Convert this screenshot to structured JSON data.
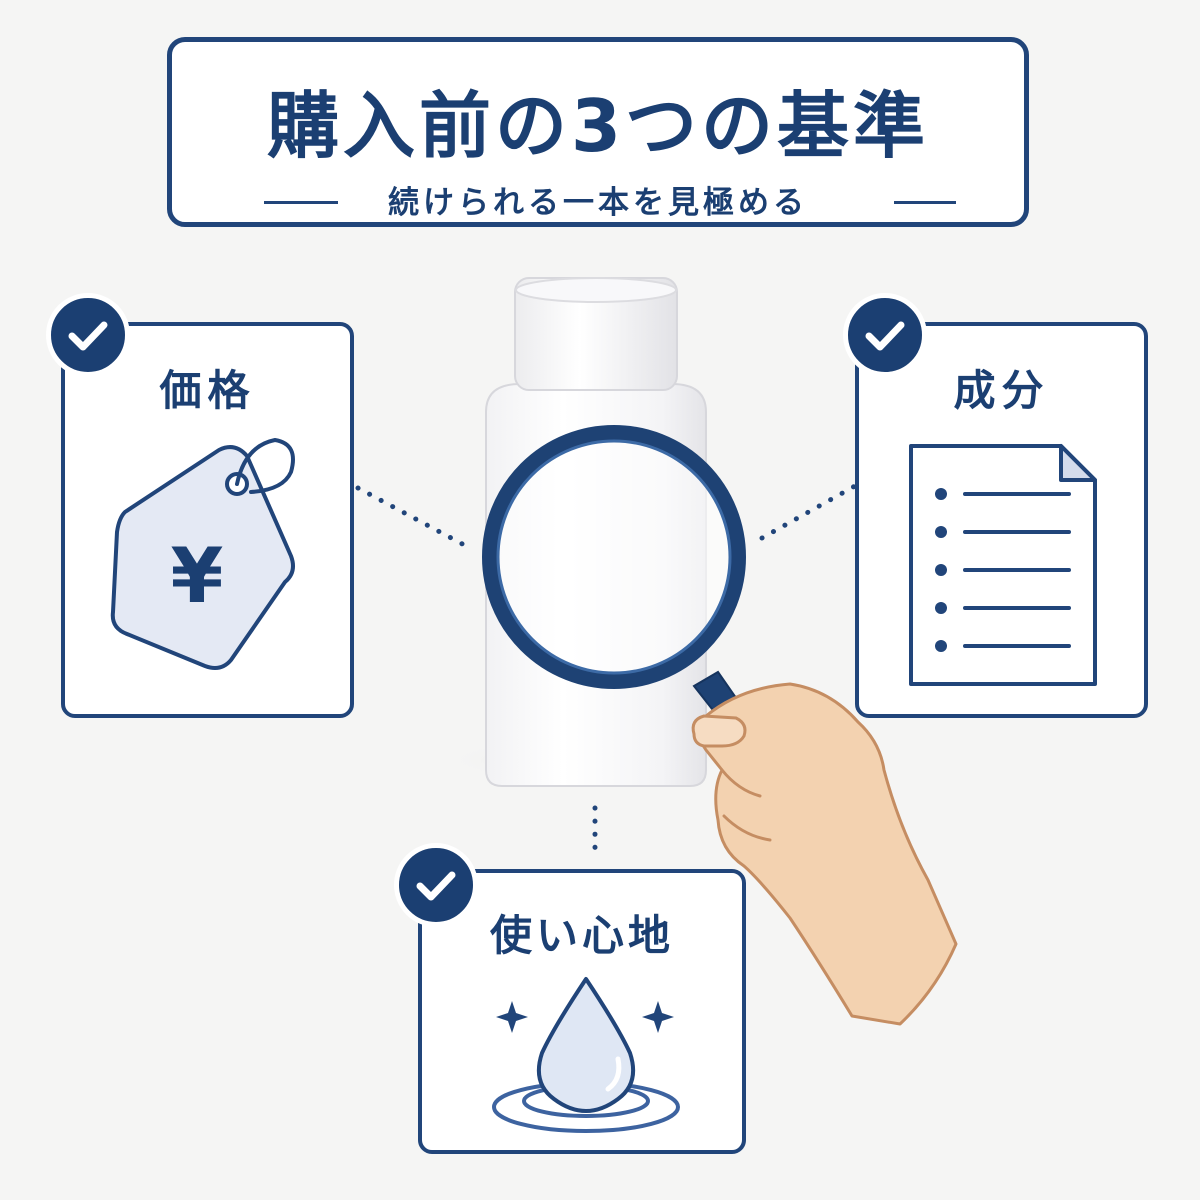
{
  "title": {
    "main": "購入前の3つの基準",
    "subtitle": "続けられる一本を見極める"
  },
  "criteria": [
    {
      "label": "価格",
      "icon": "price-tag-icon",
      "symbol": "¥"
    },
    {
      "label": "成分",
      "icon": "ingredient-list-icon"
    },
    {
      "label": "使い心地",
      "icon": "water-drop-icon"
    }
  ],
  "colors": {
    "accent": "#1b3f72",
    "card_border": "#21457a",
    "background": "#f5f5f4",
    "tag_fill": "#e4e9f4",
    "drop_fill": "#dfe7f4",
    "skin": "#f3d2b0"
  }
}
